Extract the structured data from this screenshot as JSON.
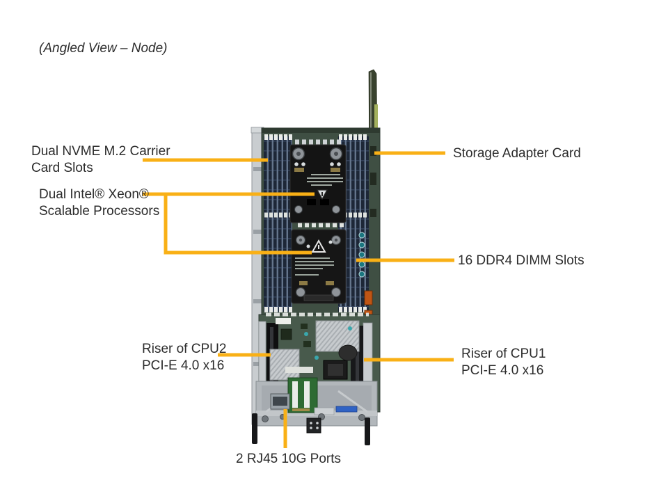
{
  "title": "(Angled View – Node)",
  "colors": {
    "callout_line": "#F9B016",
    "label_text": "#2C2C2C",
    "pcb_green": "#41513F",
    "dimm_slot_navy": "#1D2737",
    "metal_rail": "#C9CDD0"
  },
  "labels": {
    "nvme_line1": "Dual NVME M.2 Carrier",
    "nvme_line2": "Card Slots",
    "cpu_line1": "Dual Intel®  Xeon®",
    "cpu_line2": "Scalable Processors",
    "storage": "Storage Adapter Card",
    "dimm": "16 DDR4 DIMM Slots",
    "riser2_line1": "Riser of CPU2",
    "riser2_line2": "PCI-E 4.0 x16",
    "riser1_line1": "Riser of CPU1",
    "riser1_line2": "PCI-E 4.0 x16",
    "rj45": "2 RJ45 10G Ports"
  }
}
